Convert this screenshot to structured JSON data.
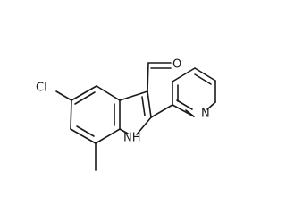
{
  "molecule": {
    "labels": {
      "aldehyde_oxygen": "O",
      "chlorine": "Cl",
      "indole_nh": "NH",
      "pyridine_nitrogen": "N"
    }
  }
}
